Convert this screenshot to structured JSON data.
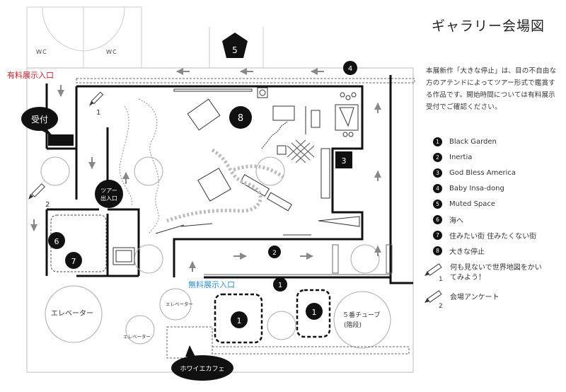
{
  "title": "ギャラリー会場図",
  "description": "本展新作「大きな停止」は、目の不自由な方のアテンドによってツアー形式で鑑賞する作品です。開始時間については有料展示受付でご確認ください。",
  "legend": [
    {
      "num": "1",
      "label": "Black Garden"
    },
    {
      "num": "2",
      "label": "Inertia"
    },
    {
      "num": "3",
      "label": "God Bless America"
    },
    {
      "num": "4",
      "label": "Baby Insa-dong"
    },
    {
      "num": "5",
      "label": "Muted Space"
    },
    {
      "num": "6",
      "label": "海へ"
    },
    {
      "num": "7",
      "label": "住みたい街 住みたくない街"
    },
    {
      "num": "8",
      "label": "大きな停止"
    }
  ],
  "surveys": [
    {
      "num": "1",
      "label": "何も見ないで世界地図をかいてみよう！"
    },
    {
      "num": "2",
      "label": "会場アンケート"
    }
  ],
  "map": {
    "wc_left": "ＷＣ",
    "wc_right": "ＷＣ",
    "paid_entrance": "有料展示入口",
    "free_entrance": "無料展示入口",
    "reception": "受付",
    "tour_entrance_1": "ツアー",
    "tour_entrance_2": "出入口",
    "elevator_big": "エレベーター",
    "elevator_small_1": "エレベーター",
    "elevator_small_2": "エレベーター",
    "tube_1": "５番チューブ",
    "tube_2": "(階段)",
    "cafe": "ホワイエカフェ",
    "pencil_num_1": "1",
    "pencil_num_2": "2",
    "markers": {
      "m1_top": "1",
      "m1_left": "1",
      "m1_right": "1",
      "m2": "2",
      "m3": "3",
      "m4": "4",
      "m5": "5",
      "m6": "6",
      "m7": "7",
      "m8": "8"
    }
  },
  "colors": {
    "paid_entrance": "#c8202a",
    "free_entrance": "#2e8fd0",
    "wall": "#111111"
  }
}
